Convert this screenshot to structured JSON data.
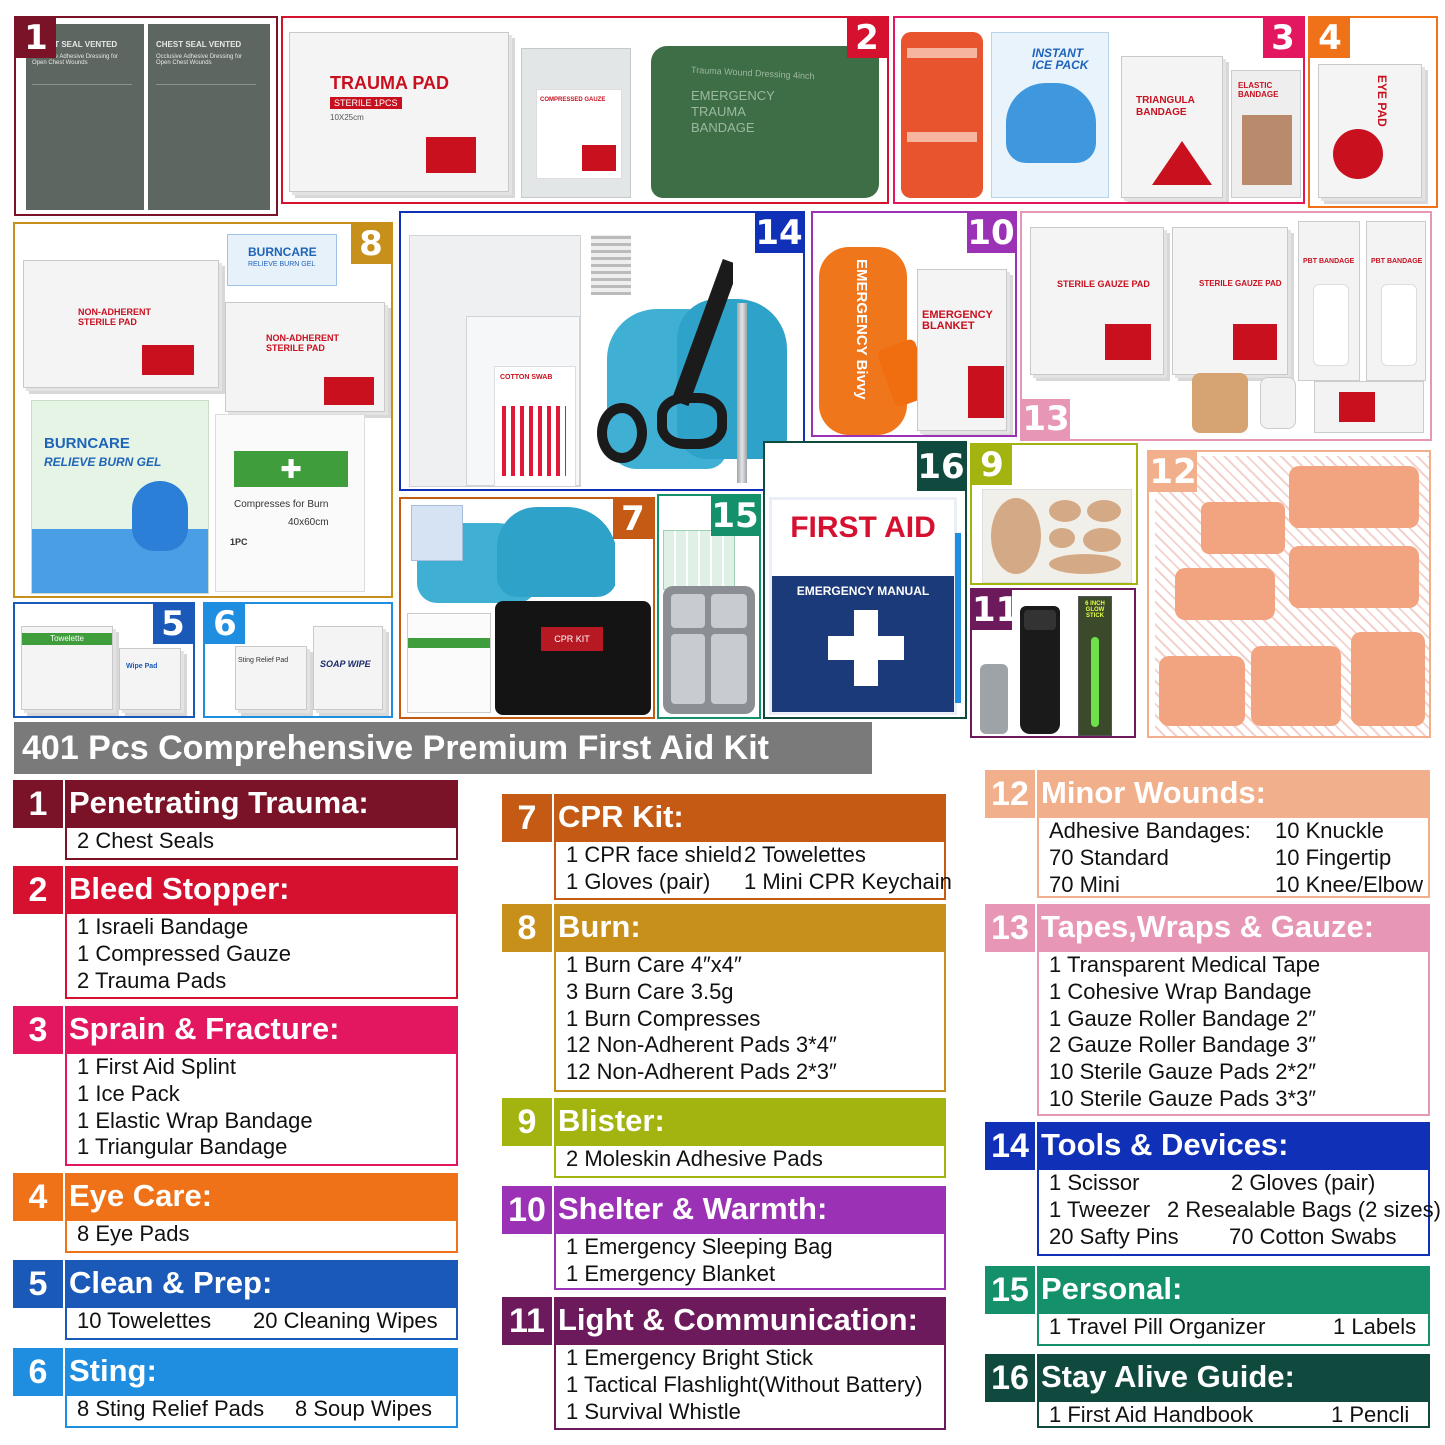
{
  "title": "401 Pcs Comprehensive Premium First Aid Kit",
  "colors": {
    "c1": "#7a1327",
    "c2": "#d5112f",
    "c3": "#e3175f",
    "c4": "#f07218",
    "c5": "#1b59b9",
    "c6": "#1f8ee0",
    "c7": "#c45a13",
    "c8": "#c7901a",
    "c9": "#a3b30f",
    "c10": "#9b31b5",
    "c11": "#6d1a5c",
    "c12": "#f1b08b",
    "c13": "#e896b5",
    "c14": "#1030b8",
    "c15": "#14906a",
    "c16": "#104a3e"
  },
  "panels": {
    "p1": {
      "num": "1",
      "seal_label": "CHEST SEAL VENTED",
      "seal_sub": "Occlusive Adhesive Dressing for Open Chest Wounds"
    },
    "p2": {
      "num": "2",
      "trauma_pad": "TRAUMA PAD",
      "trauma_sterile": "STERILE 1PCS",
      "trauma_size": "10X25cm",
      "gauze_label": "COMPRESSED GAUZE",
      "bandage_top": "Trauma Wound Dressing 4inch",
      "bandage_main": "EMERGENCY TRAUMA BANDAGE"
    },
    "p3": {
      "num": "3",
      "ice_label": "INSTANT ICE PACK",
      "tri_label": "TRIANGULA BANDAGE",
      "elastic_label": "ELASTIC BANDAGE"
    },
    "p4": {
      "num": "4",
      "eye_label": "EYE PAD"
    },
    "p5": {
      "num": "5",
      "towelette": "Towelette",
      "wipe": "Wipe Pad"
    },
    "p6": {
      "num": "6",
      "sting": "Sting Relief Pad",
      "soap": "SOAP WIPE"
    },
    "p7": {
      "num": "7",
      "cpr": "CPR KIT"
    },
    "p8": {
      "num": "8",
      "burncare_small": "BURNCARE",
      "burncare_small_sub": "RELIEVE BURN GEL",
      "nonadh1": "NON-ADHERENT STERILE PAD",
      "nonadh2": "NON-ADHERENT STERILE PAD",
      "burncare": "BURNCARE",
      "burncare_sub": "RELIEVE BURN GEL",
      "compress": "Compresses for Burn",
      "compress_size": "40x60cm",
      "compress_qty": "1PC"
    },
    "p9": {
      "num": "9"
    },
    "p10": {
      "num": "10",
      "bivvy": "EMERGENCY Bivvy",
      "blanket": "EMERGENCY BLANKET"
    },
    "p11": {
      "num": "11",
      "glow": "6 INCH GLOW STICK"
    },
    "p12": {
      "num": "12"
    },
    "p13": {
      "num": "13",
      "gauze1": "STERILE GAUZE PAD",
      "gauze2": "STERILE GAUZE PAD",
      "pbt1": "PBT BANDAGE",
      "pbt2": "PBT BANDAGE"
    },
    "p14": {
      "num": "14",
      "swab": "COTTON SWAB"
    },
    "p15": {
      "num": "15"
    },
    "p16": {
      "num": "16",
      "book_title": "FIRST AID",
      "book_sub": "EMERGENCY MANUAL"
    }
  },
  "categories": [
    {
      "num": "1",
      "name": "Penetrating Trauma:",
      "rows": [
        [
          "2 Chest Seals",
          ""
        ]
      ]
    },
    {
      "num": "2",
      "name": "Bleed Stopper:",
      "rows": [
        [
          "1 Israeli Bandage",
          ""
        ],
        [
          "1 Compressed Gauze",
          ""
        ],
        [
          "2 Trauma Pads",
          ""
        ]
      ]
    },
    {
      "num": "3",
      "name": "Sprain & Fracture:",
      "rows": [
        [
          "1 First Aid Splint",
          ""
        ],
        [
          "1 Ice Pack",
          ""
        ],
        [
          "1 Elastic Wrap Bandage",
          ""
        ],
        [
          "1 Triangular Bandage",
          ""
        ]
      ]
    },
    {
      "num": "4",
      "name": "Eye Care:",
      "rows": [
        [
          "8 Eye Pads",
          ""
        ]
      ]
    },
    {
      "num": "5",
      "name": "Clean & Prep:",
      "rows": [
        [
          "10 Towelettes",
          "20 Cleaning Wipes"
        ]
      ]
    },
    {
      "num": "6",
      "name": "Sting:",
      "rows": [
        [
          "8 Sting Relief Pads",
          "8 Soup Wipes"
        ]
      ]
    },
    {
      "num": "7",
      "name": "CPR Kit:",
      "rows": [
        [
          "1 CPR face shield",
          "2 Towelettes"
        ],
        [
          "1 Gloves (pair)",
          "1 Mini CPR Keychain"
        ]
      ]
    },
    {
      "num": "8",
      "name": "Burn:",
      "rows": [
        [
          "1 Burn Care 4″x4″",
          ""
        ],
        [
          "3 Burn Care 3.5g",
          ""
        ],
        [
          "1 Burn Compresses",
          ""
        ],
        [
          "12 Non-Adherent Pads 3*4″",
          ""
        ],
        [
          "12 Non-Adherent Pads 2*3″",
          ""
        ]
      ]
    },
    {
      "num": "9",
      "name": "Blister:",
      "rows": [
        [
          "2 Moleskin Adhesive Pads",
          ""
        ]
      ]
    },
    {
      "num": "10",
      "name": "Shelter & Warmth:",
      "rows": [
        [
          "1 Emergency Sleeping Bag",
          ""
        ],
        [
          "1 Emergency Blanket",
          ""
        ]
      ]
    },
    {
      "num": "11",
      "name": "Light & Communication:",
      "rows": [
        [
          "1 Emergency Bright Stick",
          ""
        ],
        [
          "1 Tactical Flashlight(Without Battery)",
          ""
        ],
        [
          "1 Survival Whistle",
          ""
        ]
      ]
    },
    {
      "num": "12",
      "name": "Minor Wounds:",
      "rows": [
        [
          "Adhesive Bandages:",
          "10 Knuckle"
        ],
        [
          "70 Standard",
          "10 Fingertip"
        ],
        [
          "70 Mini",
          "10 Knee/Elbow"
        ]
      ]
    },
    {
      "num": "13",
      "name": "Tapes,Wraps & Gauze:",
      "rows": [
        [
          "1 Transparent Medical Tape",
          ""
        ],
        [
          "1 Cohesive Wrap Bandage",
          ""
        ],
        [
          "1 Gauze Roller Bandage 2″",
          ""
        ],
        [
          "2 Gauze Roller Bandage 3″",
          ""
        ],
        [
          "10 Sterile Gauze Pads 2*2″",
          ""
        ],
        [
          "10 Sterile Gauze Pads 3*3″",
          ""
        ]
      ]
    },
    {
      "num": "14",
      "name": "Tools & Devices:",
      "rows": [
        [
          "1 Scissor",
          "2 Gloves (pair)"
        ],
        [
          "1 Tweezer",
          "2 Resealable Bags (2 sizes)"
        ],
        [
          "20 Safty Pins",
          "70 Cotton Swabs"
        ]
      ]
    },
    {
      "num": "15",
      "name": "Personal:",
      "rows": [
        [
          "1 Travel Pill Organizer",
          "1 Labels"
        ]
      ]
    },
    {
      "num": "16",
      "name": "Stay Alive Guide:",
      "rows": [
        [
          "1 First Aid Handbook",
          "1 Pencli"
        ]
      ]
    }
  ]
}
